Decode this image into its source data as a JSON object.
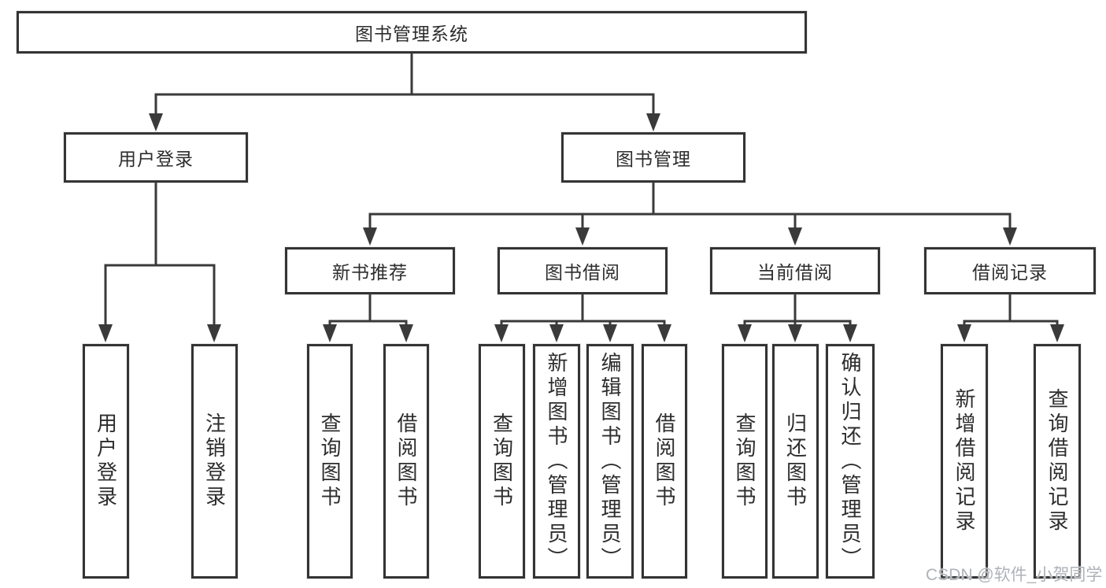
{
  "theme": {
    "background": "#ffffff",
    "line_color": "#3a3a3a",
    "box_border_color": "#343434",
    "text_color": "#2d2d2d",
    "watermark_color": "#aeb3b9"
  },
  "watermark": "CSDN @软件_小贺同学",
  "tree": {
    "root": {
      "label": "图书管理系统"
    },
    "branches": [
      {
        "label": "用户登录",
        "leaves": [
          {
            "label": "用户登录"
          },
          {
            "label": "注销登录"
          }
        ]
      },
      {
        "label": "图书管理",
        "groups": [
          {
            "label": "新书推荐",
            "leaves": [
              {
                "label": "查询图书"
              },
              {
                "label": "借阅图书"
              }
            ]
          },
          {
            "label": "图书借阅",
            "leaves": [
              {
                "label": "查询图书"
              },
              {
                "label": "新增图书（管理员）"
              },
              {
                "label": "编辑图书（管理员）"
              },
              {
                "label": "借阅图书"
              }
            ]
          },
          {
            "label": "当前借阅",
            "leaves": [
              {
                "label": "查询图书"
              },
              {
                "label": "归还图书"
              },
              {
                "label": "确认归还（管理员）"
              }
            ]
          },
          {
            "label": "借阅记录",
            "leaves": [
              {
                "label": "新增借阅记录"
              },
              {
                "label": "查询借阅记录"
              }
            ]
          }
        ]
      }
    ]
  }
}
